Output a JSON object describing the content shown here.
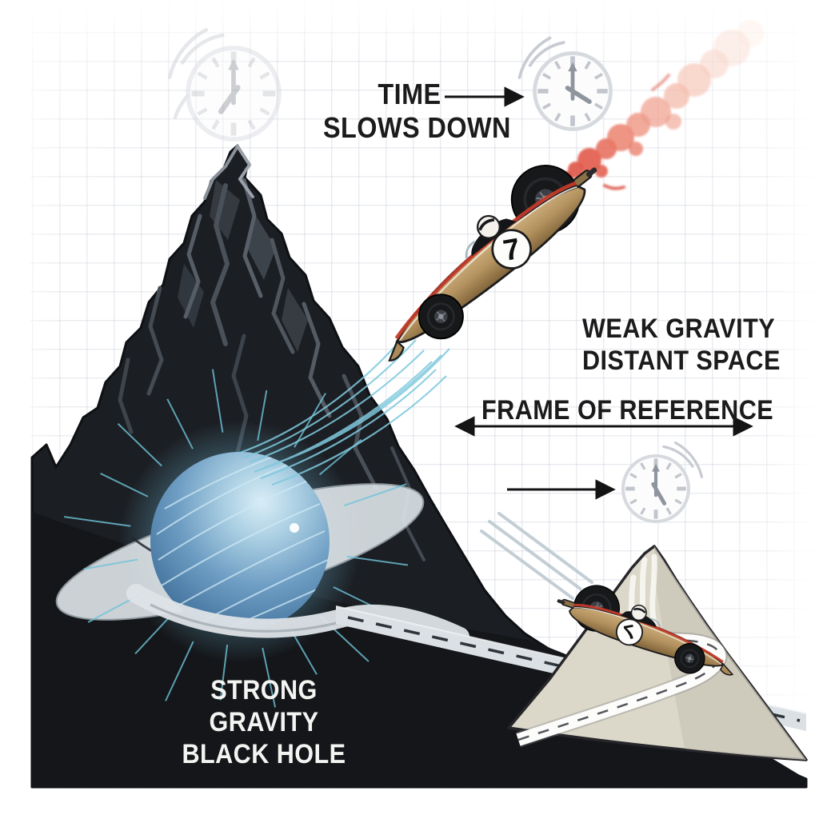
{
  "scene": {
    "title": "gravitational time dilation illustration",
    "labels": {
      "time_dilation": {
        "line1": "TIME",
        "line2": "SLOWS DOWN"
      },
      "weak_gravity": {
        "line1": "WEAK GRAVITY",
        "line2": "DISTANT SPACE"
      },
      "frame_of_reference": {
        "text": "FRAME OF REFERENCE"
      },
      "strong_gravity": {
        "line1": "STRONG",
        "line2": "GRAVITY",
        "line3": "BLACK HOLE"
      }
    },
    "car_number": "7",
    "clocks": [
      {
        "position": "top-left",
        "style": "faded",
        "time": "7:00"
      },
      {
        "position": "top-right",
        "style": "solid",
        "time": "4:00"
      },
      {
        "position": "middle-right",
        "style": "solid",
        "time": "5:00"
      }
    ],
    "colors": {
      "background": "#ffffff",
      "grid_line": "#e8eaef",
      "mountain_dark": "#1b1e23",
      "slope_black": "#141619",
      "sphere_blue": "#5f93bb",
      "sphere_glow": "#9fd9ec",
      "streak_cyan": "#7fc9dd",
      "car_gold": "#b3925f",
      "car_stripe_red": "#c23a2a",
      "smoke_red": "#e2574a",
      "beige_mountain": "#dbd7c9",
      "road_gray": "#dde2e6",
      "text_dark": "#1b1b1b",
      "text_light": "#f4f4f2"
    }
  }
}
